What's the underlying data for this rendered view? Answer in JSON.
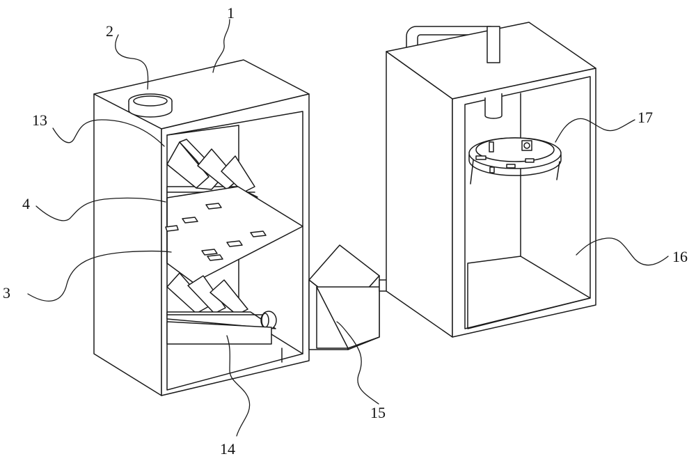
{
  "labels": [
    {
      "id": "1",
      "text": "1"
    },
    {
      "id": "2",
      "text": "2"
    },
    {
      "id": "3",
      "text": "3"
    },
    {
      "id": "4",
      "text": "4"
    },
    {
      "id": "13",
      "text": "13"
    },
    {
      "id": "14",
      "text": "14"
    },
    {
      "id": "15",
      "text": "15"
    },
    {
      "id": "16",
      "text": "16"
    },
    {
      "id": "17",
      "text": "17"
    }
  ],
  "colors": {
    "line": "#1a1a1a",
    "background": "#ffffff"
  }
}
